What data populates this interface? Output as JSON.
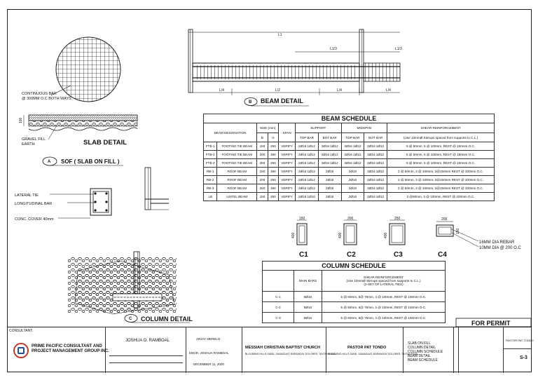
{
  "beam_detail": {
    "title": "BEAM DETAIL",
    "marker": "B",
    "dims_top": [
      "L1",
      "L1/3",
      "L1/3"
    ],
    "dims_bottom": [
      "L/4",
      "L/2",
      "L/4",
      "L/4"
    ]
  },
  "slab_detail": {
    "title": "SLAB DETAIL",
    "continuous_bar": [
      "CONTINUOUS BAR",
      "@ 300MM O.C BOTH WAYS"
    ],
    "gravel_fill": "GRAVEL FILL",
    "earth": "EARTH",
    "thickness": "100"
  },
  "sof": {
    "marker": "A",
    "title": "SOF ( SLAB ON FILL )"
  },
  "column_detail": {
    "marker": "C",
    "title": "COLUMN DETAIL",
    "lateral_tie": "LATERAL TIE",
    "longitudinal_bar": "LONGITUDINAL BAR",
    "conc_cover": "CONC. COVER 40mm"
  },
  "beam_schedule": {
    "title": "BEAM SCHEDULE",
    "headers": {
      "designation": "BEAM DESIGNATION",
      "size": "SIZE (mm)",
      "span": "SPAN",
      "support": "SUPPORT",
      "midspan": "MIDSPAN",
      "shear": "SHEAR REINFORCEMENT",
      "b": "B",
      "h": "H",
      "top_bar": "TOP BAR",
      "bot_bar": "BOT BAR",
      "shear_note": "(Use 10mmØ Stirrups spaced from supports to C.L.)"
    },
    "rows": [
      [
        "FTB-1",
        "FOOTING TIE BEAM",
        "150",
        "350",
        "VERIFY",
        "2Ø16 1Ø12",
        "2Ø16 1Ø12",
        "2Ø16 1Ø12",
        "2Ø16 1Ø12",
        "5 @ 50mm, 5 @ 100mm, REST @ 150mm O.C."
      ],
      [
        "FTB-2",
        "FOOTING TIE BEAM",
        "200",
        "350",
        "VERIFY",
        "2Ø16 1Ø12",
        "2Ø16 1Ø12",
        "2Ø16 1Ø12",
        "2Ø16 1Ø12",
        "5 @ 50mm, 5 @ 100mm, REST @ 150mm O.C."
      ],
      [
        "FTB-3",
        "FOOTING TIE BEAM",
        "250",
        "350",
        "VERIFY",
        "2Ø16 1Ø12",
        "2Ø16 1Ø12",
        "2Ø16 1Ø12",
        "2Ø16 1Ø12",
        "5 @ 50mm, 5 @ 100mm, REST @ 150mm O.C."
      ],
      [
        "RB-1",
        "ROOF BEAM",
        "150",
        "350",
        "VERIFY",
        "2Ø16 1Ø12",
        "2Ø16",
        "2Ø16",
        "2Ø16 1Ø12",
        "2 @ 50mm, 3 @ 100mm, 3@150mm REST @ 200mm O.C."
      ],
      [
        "RB-2",
        "ROOF BEAM",
        "200",
        "350",
        "VERIFY",
        "2Ø16 1Ø12",
        "2Ø16",
        "2Ø16",
        "2Ø16 1Ø12",
        "2 @ 50mm, 3 @ 100mm, 3@150mm REST @ 200mm O.C."
      ],
      [
        "RB-3",
        "ROOF BEAM",
        "250",
        "350",
        "VERIFY",
        "2Ø16 1Ø12",
        "2Ø16",
        "2Ø16",
        "2Ø16 1Ø12",
        "2 @ 50mm, 3 @ 100mm, 3@150mm REST @ 200mm O.C."
      ],
      [
        "LB",
        "LINTEL BEAM",
        "150",
        "300",
        "VERIFY",
        "2Ø16 1Ø10",
        "2Ø16",
        "2Ø16",
        "2Ø16 1Ø12",
        "2 @50mm, 3 @ 100mm, REST @ 200mm O.C."
      ]
    ]
  },
  "columns": {
    "items": [
      {
        "label": "C1",
        "width": "150",
        "depth": "400"
      },
      {
        "label": "C2",
        "width": "200",
        "depth": "400"
      },
      {
        "label": "C3",
        "width": "250",
        "depth": "400"
      },
      {
        "label": "C4",
        "width": "200",
        "depth": "150"
      }
    ],
    "note_line1": "16MM DIA REBAR",
    "note_line2": "10MM DIA @ 200 O.C"
  },
  "column_schedule": {
    "title": "COLUMN SCHEDULE",
    "main_bars_header": "MAIN BARS",
    "shear_header_1": "SHEAR REINFORCEMENT",
    "shear_header_2": "(Use 10mmØ Stirrups spaced from supports to C.L.)",
    "shear_header_3": "(2-SET OF LATERAL TIES)",
    "rows": [
      [
        "C-1",
        "8Ø16",
        "5 @ 50mm, 5@ 75mm, 4 @ 100mm, REST @ 150mm O.C."
      ],
      [
        "C-2",
        "8Ø16",
        "5 @ 50mm, 5@ 75mm, 4 @ 100mm, REST @ 150mm O.C."
      ],
      [
        "C-3",
        "8Ø16",
        "5 @ 50mm, 5@ 75mm, 4 @ 100mm, REST @ 150mm O.C."
      ]
    ]
  },
  "for_permit": "FOR PERMIT",
  "title_block": {
    "consultant_label": "CONSULTANT:",
    "company_line1": "PRIME PACIFIC CONSULTANT AND",
    "company_line2": "PROJECT MANAGEMENT GROUP INC.",
    "engineer": "JOSHUA O. RAMBOAL",
    "designer": "ARJAY MERELO",
    "reviewer": "ENGR. JOSHUA RAMBOAL",
    "date": "DECEMBER 11, 2020",
    "project_name": "MESSIAH CHRISTIAN BAPTIST CHURCH",
    "project_address": "BLOOMING HILLS SUBD. SUMAGUAT, BARANGAY DOLORES, TAYTAY RIZAL",
    "owner": "PASTOR PAT TONDO",
    "owner_address": "BLOOMING HILLS SUBD. SUMAGUAT, BARANGAY DOLORES, TAYTAY RIZAL",
    "contents": [
      "SLAB ON FILL",
      "COLUMN DETAIL",
      "COLUMN SCHEDULE",
      "BEAM DETAIL",
      "BEAM SCHEDULE"
    ],
    "owner_short": "PASTOR PAT TONDO",
    "sheet_no": "S-3"
  }
}
